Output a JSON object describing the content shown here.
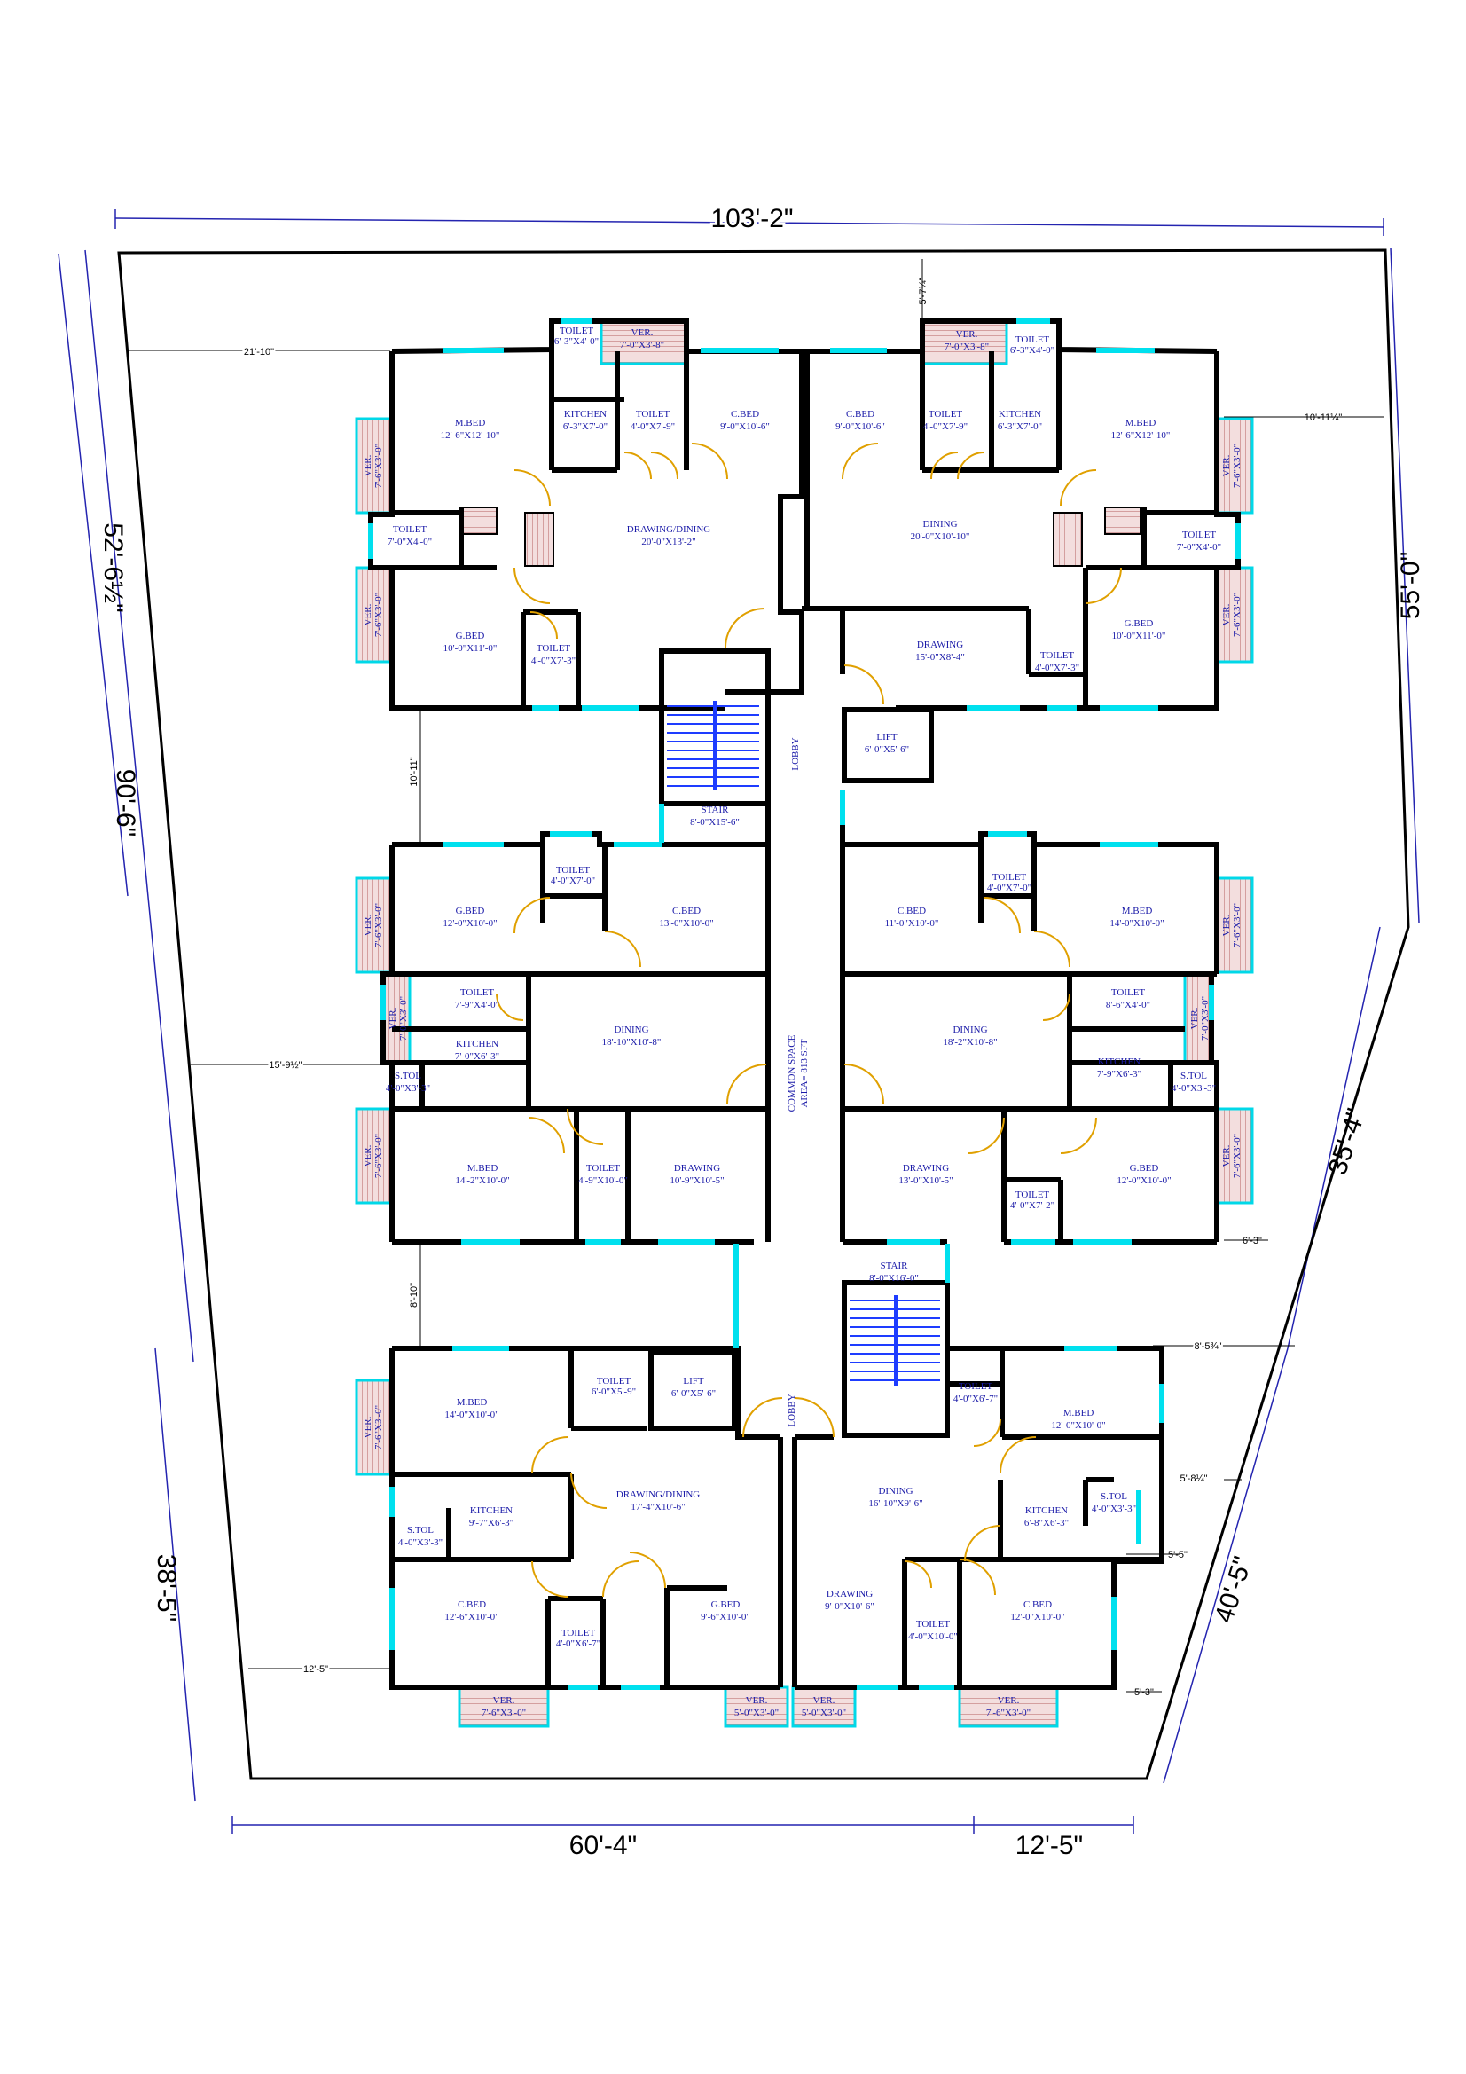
{
  "overall_dimensions": {
    "top": "103'-2\"",
    "left_upper": "52'-6½\"",
    "left_middle": "90'-6\"",
    "left_lower": "38'-5\"",
    "right_upper": "55'-0\"",
    "right_middle": "35'-4\"",
    "right_lower": "40'-5\"",
    "bottom_left": "60'-4\"",
    "bottom_right": "12'-5\""
  },
  "setbacks": {
    "top_left": "21'-10\"",
    "top_center": "5'-7¼\"",
    "top_right": "10'-11¼\"",
    "left_gap_1": "10'-11\"",
    "left_middle": "15'-9½\"",
    "left_gap_2": "8'-10\"",
    "left_bottom": "12'-5\"",
    "right_1": "6'-3\"",
    "right_2": "8'-5¾\"",
    "right_3": "5'-8¼\"",
    "right_4": "5'-5\"",
    "right_5": "5'-3\""
  },
  "unit_a": {
    "toilet1": "TOILET",
    "toilet1_size": "6'-3\"X4'-0\"",
    "ver_top": "VER.",
    "ver_top_size": "7'-0\"X3'-8\"",
    "kitchen": "KITCHEN",
    "kitchen_size": "6'-3\"X7'-0\"",
    "toilet2": "TOILET",
    "toilet2_size": "4'-0\"X7'-9\"",
    "cbed": "C.BED",
    "cbed_size": "9'-0\"X10'-6\"",
    "mbed": "M.BED",
    "mbed_size": "12'-6\"X12'-10\"",
    "ver_left1": "VER.",
    "ver_left1_size": "7'-6\"X3'-0\"",
    "toilet3": "TOILET",
    "toilet3_size": "7'-0\"X4'-0\"",
    "drawing_dining": "DRAWING/DINING",
    "drawing_dining_size": "20'-0\"X13'-2\"",
    "ver_left2": "VER.",
    "ver_left2_size": "7'-6\"X3'-0\"",
    "gbed": "G.BED",
    "gbed_size": "10'-0\"X11'-0\"",
    "toilet4": "TOILET",
    "toilet4_size": "4'-0\"X7'-3\""
  },
  "unit_b": {
    "ver_top": "VER.",
    "ver_top_size": "7'-0\"X3'-8\"",
    "toilet1": "TOILET",
    "toilet1_size": "6'-3\"X4'-0\"",
    "cbed": "C.BED",
    "cbed_size": "9'-0\"X10'-6\"",
    "toilet2": "TOILET",
    "toilet2_size": "4'-0\"X7'-9\"",
    "kitchen": "KITCHEN",
    "kitchen_size": "6'-3\"X7'-0\"",
    "mbed": "M.BED",
    "mbed_size": "12'-6\"X12'-10\"",
    "ver_right1": "VER.",
    "ver_right1_size": "7'-6\"X3'-0\"",
    "dining": "DINING",
    "dining_size": "20'-0\"X10'-10\"",
    "toilet3": "TOILET",
    "toilet3_size": "7'-0\"X4'-0\"",
    "drawing": "DRAWING",
    "drawing_size": "15'-0\"X8'-4\"",
    "gbed": "G.BED",
    "gbed_size": "10'-0\"X11'-0\"",
    "ver_right2": "VER.",
    "ver_right2_size": "7'-6\"X3'-0\"",
    "toilet4": "TOILET",
    "toilet4_size": "4'-0\"X7'-3\"",
    "lift": "LIFT",
    "lift_size": "6'-0\"X5'-6\""
  },
  "core": {
    "stair1": "STAIR",
    "stair1_size": "8'-0\"X15'-6\"",
    "lobby1": "LOBBY",
    "common_space": "COMMON SPACE",
    "common_area": "AREA= 813 SFT",
    "stair2": "STAIR",
    "stair2_size": "8'-0\"X16'-0\"",
    "lift2": "LIFT",
    "lift2_size": "6'-0\"X5'-6\"",
    "lobby2": "LOBBY"
  },
  "unit_c": {
    "toilet1": "TOILET",
    "toilet1_size": "4'-0\"X7'-0\"",
    "gbed": "G.BED",
    "gbed_size": "12'-0\"X10'-0\"",
    "cbed": "C.BED",
    "cbed_size": "13'-0\"X10'-0\"",
    "ver1": "VER.",
    "ver1_size": "7'-6\"X3'-0\"",
    "toilet2": "TOILET",
    "toilet2_size": "7'-9\"X4'-0\"",
    "ver2": "VER.",
    "ver2_size": "7'-0\"X3'-0\"",
    "dining": "DINING",
    "dining_size": "18'-10\"X10'-8\"",
    "kitchen": "KITCHEN",
    "kitchen_size": "7'-0\"X6'-3\"",
    "stoil": "S.TOL",
    "stoil_size": "4'-0\"X3'-3\"",
    "ver3": "VER.",
    "ver3_size": "7'-6\"X3'-0\"",
    "mbed": "M.BED",
    "mbed_size": "14'-2\"X10'-0\"",
    "toilet3": "TOILET",
    "toilet3_size": "4'-9\"X10'-0\"",
    "drawing": "DRAWING",
    "drawing_size": "10'-9\"X10'-5\""
  },
  "unit_d": {
    "cbed": "C.BED",
    "cbed_size": "11'-0\"X10'-0\"",
    "toilet1": "TOILET",
    "toilet1_size": "4'-0\"X7'-0\"",
    "mbed": "M.BED",
    "mbed_size": "14'-0\"X10'-0\"",
    "ver1": "VER.",
    "ver1_size": "7'-6\"X3'-0\"",
    "toilet2": "TOILET",
    "toilet2_size": "8'-6\"X4'-0\"",
    "ver2": "VER.",
    "ver2_size": "7'-0\"X3'-0\"",
    "dining": "DINING",
    "dining_size": "18'-2\"X10'-8\"",
    "kitchen": "KITCHEN",
    "kitchen_size": "7'-9\"X6'-3\"",
    "stoil": "S.TOL",
    "stoil_size": "4'-0\"X3'-3\"",
    "drawing": "DRAWING",
    "drawing_size": "13'-0\"X10'-5\"",
    "gbed": "G.BED",
    "gbed_size": "12'-0\"X10'-0\"",
    "ver3": "VER.",
    "ver3_size": "7'-6\"X3'-0\"",
    "toilet3": "TOILET",
    "toilet3_size": "4'-0\"X7'-2\""
  },
  "unit_e": {
    "mbed": "M.BED",
    "mbed_size": "14'-0\"X10'-0\"",
    "toilet1": "TOILET",
    "toilet1_size": "6'-0\"X5'-9\"",
    "ver1": "VER.",
    "ver1_size": "7'-6\"X3'-0\"",
    "drawing_dining": "DRAWING/DINING",
    "drawing_dining_size": "17'-4\"X10'-6\"",
    "kitchen": "KITCHEN",
    "kitchen_size": "9'-7\"X6'-3\"",
    "stoil": "S.TOL",
    "stoil_size": "4'-0\"X3'-3\"",
    "cbed": "C.BED",
    "cbed_size": "12'-6\"X10'-0\"",
    "toilet2": "TOILET",
    "toilet2_size": "4'-0\"X6'-7\"",
    "gbed": "G.BED",
    "gbed_size": "9'-6\"X10'-0\"",
    "ver2": "VER.",
    "ver2_size": "7'-6\"X3'-0\"",
    "ver3": "VER.",
    "ver3_size": "5'-0\"X3'-0\""
  },
  "unit_f": {
    "toilet1": "TOILET",
    "toilet1_size": "4'-0\"X6'-7\"",
    "mbed": "M.BED",
    "mbed_size": "12'-0\"X10'-0\"",
    "dining": "DINING",
    "dining_size": "16'-10\"X9'-6\"",
    "kitchen": "KITCHEN",
    "kitchen_size": "6'-8\"X6'-3\"",
    "stoil": "S.TOL",
    "stoil_size": "4'-0\"X3'-3\"",
    "drawing": "DRAWING",
    "drawing_size": "9'-0\"X10'-6\"",
    "toilet2": "TOILET",
    "toilet2_size": "4'-0\"X10'-0\"",
    "cbed": "C.BED",
    "cbed_size": "12'-0\"X10'-0\"",
    "ver1": "VER.",
    "ver1_size": "5'-0\"X3'-0\"",
    "ver2": "VER.",
    "ver2_size": "7'-6\"X3'-0\""
  }
}
